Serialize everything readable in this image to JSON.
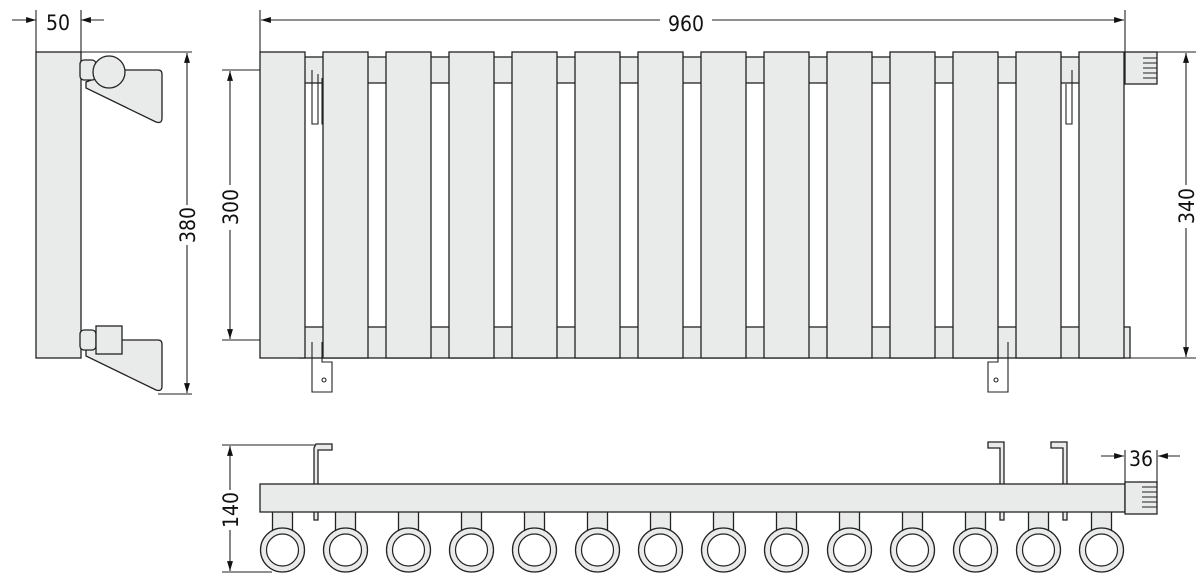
{
  "title": "Radiator dimension drawing",
  "dimensions": {
    "side_depth": "50",
    "side_height": "380",
    "axis_distance": "300",
    "total_width": "960",
    "total_height": "340",
    "bottom_depth": "140",
    "valve_length": "36"
  },
  "panel_count": 14,
  "colors": {
    "fill": "#e9ebea",
    "stroke": "#222222"
  }
}
